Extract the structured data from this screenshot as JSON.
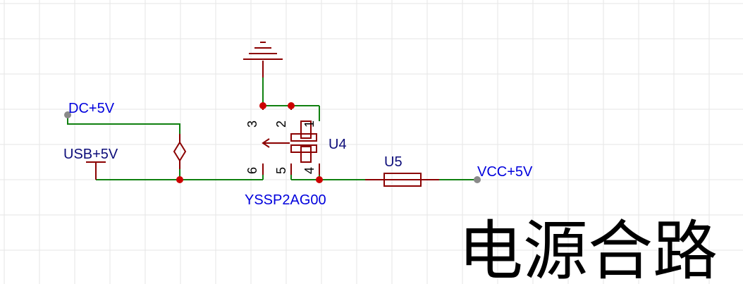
{
  "colors": {
    "wire": "#108010",
    "symbol": "#8b0000",
    "junction": "#cc0000",
    "net_label": "#0000dd",
    "ref_text": "#0d0d7a",
    "pin_text": "#000000",
    "grid": "#e6e6e6",
    "port": "#8a8a8a",
    "title": "#000000"
  },
  "net_labels": {
    "dc": "DC+5V",
    "usb": "USB+5V",
    "vcc": "VCC+5V"
  },
  "components": {
    "switch_ref": "U4",
    "switch_part": "YSSP2AG00",
    "fuse_ref": "U5"
  },
  "pins": {
    "p1": "1",
    "p2": "2",
    "p3": "3",
    "p4": "4",
    "p5": "5",
    "p6": "6"
  },
  "title": "电源合路"
}
